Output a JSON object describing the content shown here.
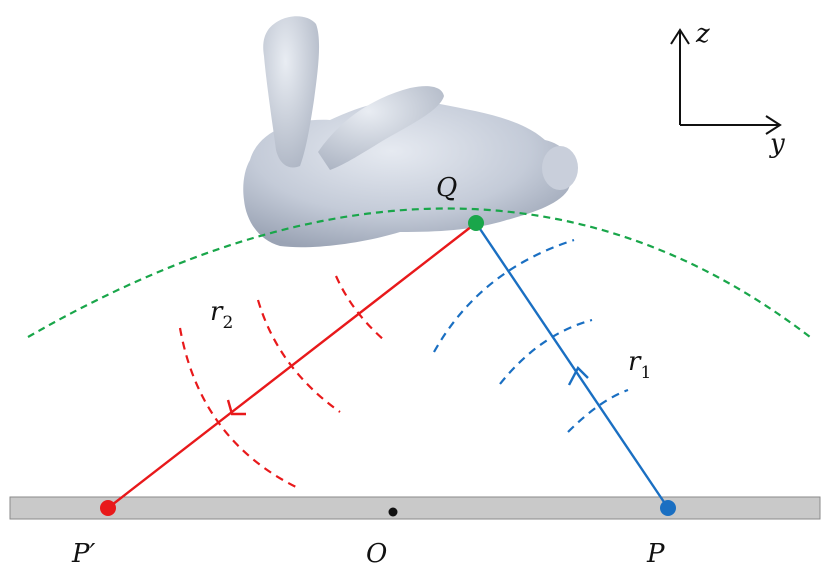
{
  "axes": {
    "vertical_label": "z",
    "horizontal_label": "y"
  },
  "points": {
    "Q": {
      "label": "Q",
      "color": "#19a64a"
    },
    "P": {
      "label": "P",
      "color": "#1a6fc2"
    },
    "P_prime": {
      "label": "P′",
      "color": "#e8191b"
    },
    "O": {
      "label": "O",
      "color": "#111111"
    }
  },
  "rays": {
    "r1": {
      "label": "r",
      "subscript": "1",
      "color": "#1a6fc2"
    },
    "r2": {
      "label": "r",
      "subscript": "2",
      "color": "#e8191b"
    }
  },
  "surface_arc_color": "#19a64a",
  "ground_color": "#c9c9c9",
  "object": {
    "name": "bunny",
    "color": "#c4cbd8"
  }
}
